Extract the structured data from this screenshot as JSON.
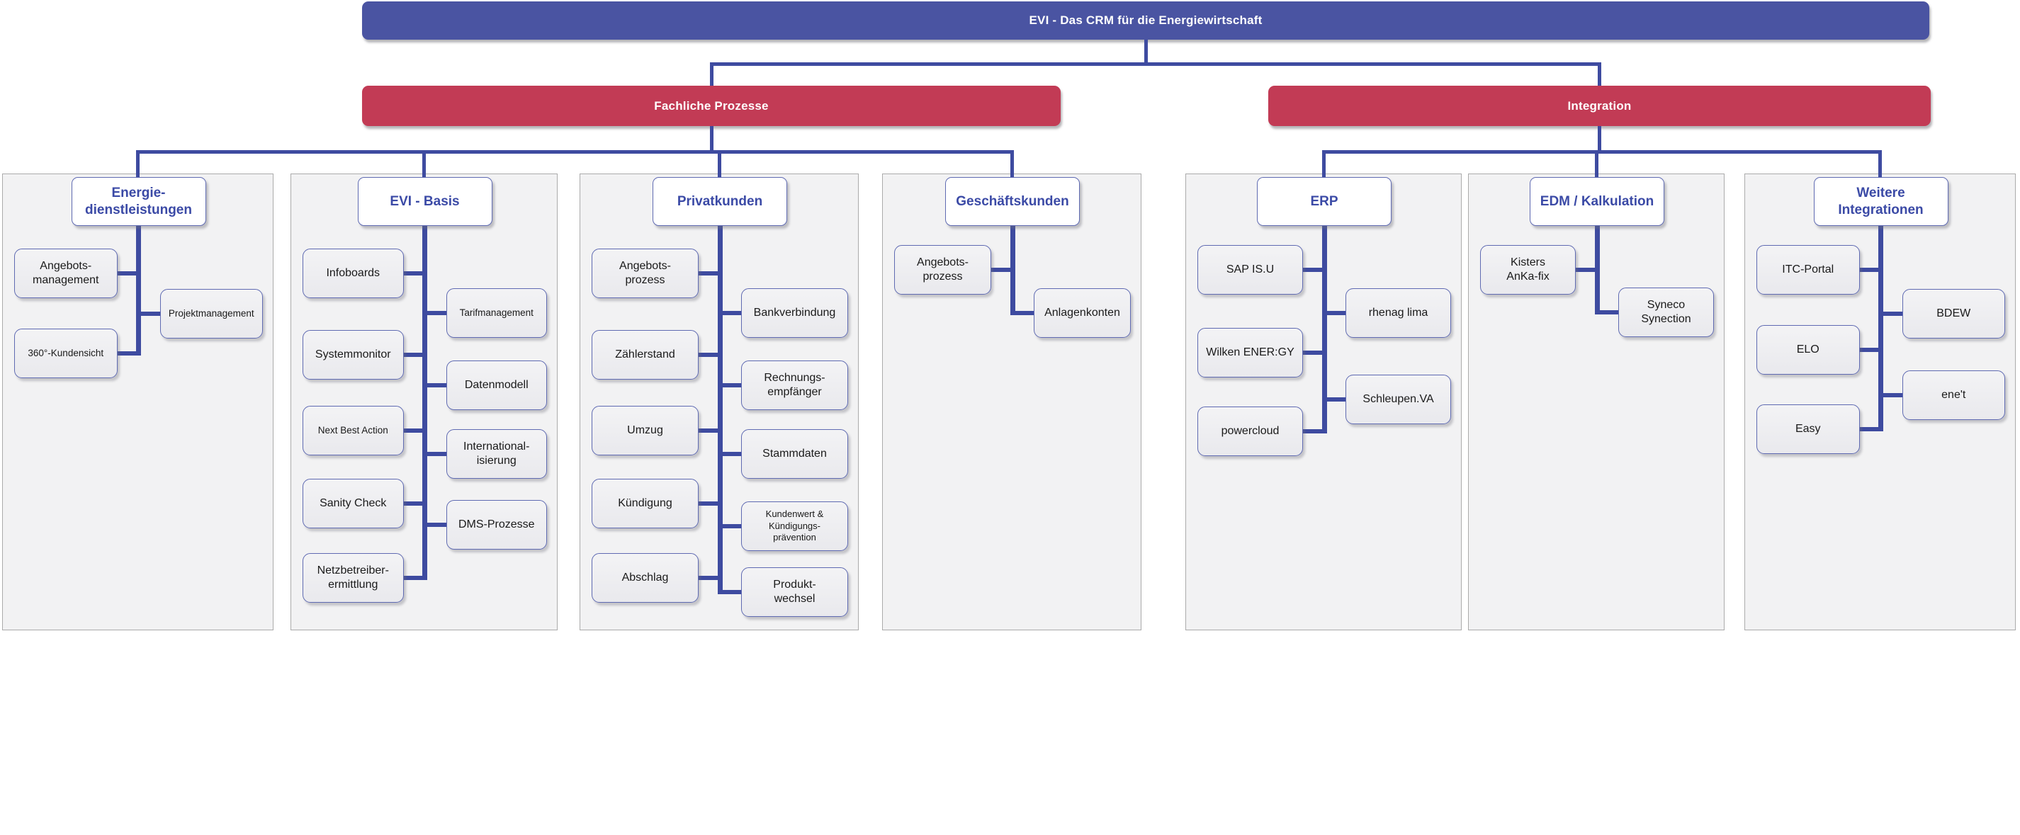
{
  "root": {
    "title": "EVI - Das CRM für die Energiewirtschaft"
  },
  "branches": [
    {
      "label": "Fachliche Prozesse"
    },
    {
      "label": "Integration"
    }
  ],
  "panels": [
    {
      "title": "Energie-\ndienstleistungen",
      "left": [
        "Angebots-\nmanagement",
        "360°-Kundensicht"
      ],
      "right": [
        "Projektmanagement"
      ]
    },
    {
      "title": "EVI - Basis",
      "left": [
        "Infoboards",
        "Systemmonitor",
        "Next Best Action",
        "Sanity Check",
        "Netzbetreiber-\nermittlung"
      ],
      "right": [
        "Tarifmanagement",
        "Datenmodell",
        "International-\nisierung",
        "DMS-Prozesse"
      ]
    },
    {
      "title": "Privatkunden",
      "left": [
        "Angebots-\nprozess",
        "Zählerstand",
        "Umzug",
        "Kündigung",
        "Abschlag"
      ],
      "right": [
        "Bankverbindung",
        "Rechnungs-\nempfänger",
        "Stammdaten",
        "Kundenwert &\nKündigungs-\nprävention",
        "Produkt-\nwechsel"
      ]
    },
    {
      "title": "Geschäftskunden",
      "left": [
        "Angebots-\nprozess"
      ],
      "right": [
        "Anlagenkonten"
      ]
    },
    {
      "title": "ERP",
      "left": [
        "SAP IS.U",
        "Wilken ENER:GY",
        "powercloud"
      ],
      "right": [
        "rhenag lima",
        "Schleupen.VA"
      ]
    },
    {
      "title": "EDM / Kalkulation",
      "left": [
        "Kisters\nAnKa-fix"
      ],
      "right": [
        "Syneco\nSynection"
      ]
    },
    {
      "title": "Weitere\nIntegrationen",
      "left": [
        "ITC-Portal",
        "ELO",
        "Easy"
      ],
      "right": [
        "BDEW",
        "ene't"
      ]
    }
  ],
  "colors": {
    "banner_blue": "#4a54a2",
    "banner_red": "#c23b55",
    "connector": "#3e4ba0",
    "title_text": "#3b4aa6",
    "box_border": "#5f6ab2",
    "panel_bg": "#f2f2f3",
    "panel_border": "#ababab",
    "node_bg_top": "#f3f3f5",
    "node_bg_bottom": "#e9e9ed",
    "node_text": "#1a1a1a",
    "banner_text": "#ffffff"
  }
}
